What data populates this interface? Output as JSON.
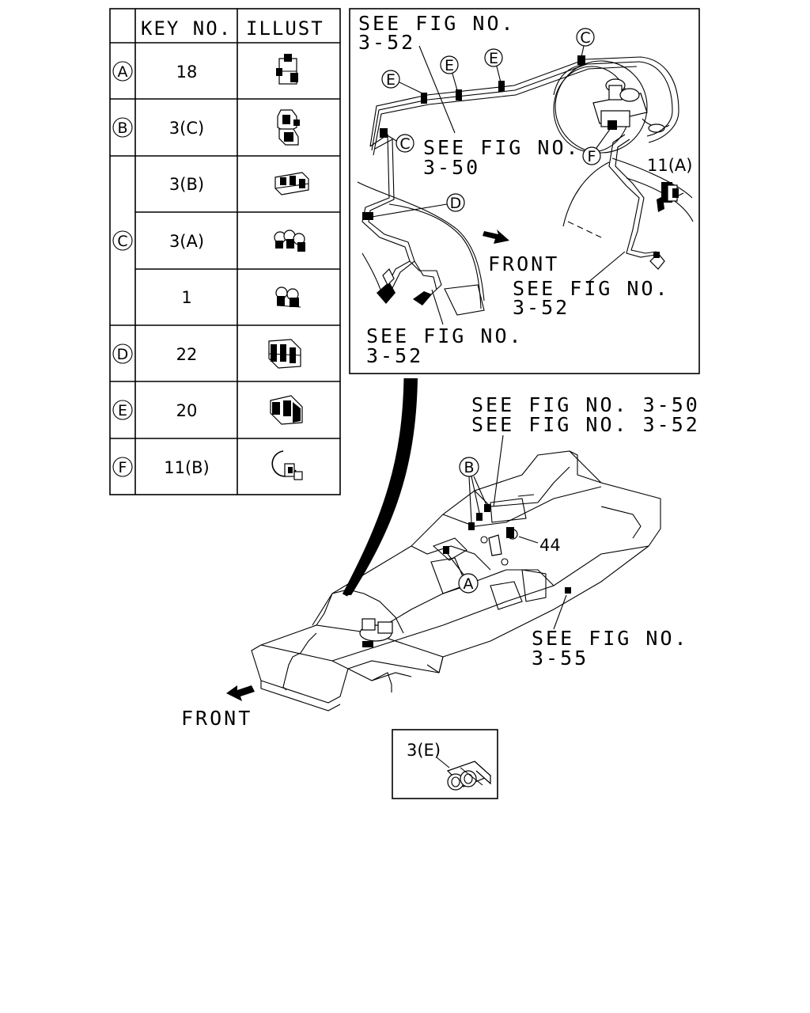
{
  "table": {
    "header_key": "KEY NO.",
    "header_illust": "ILLUST",
    "rows": [
      {
        "letter": "A",
        "key": "18",
        "icon": "clip-a-icon"
      },
      {
        "letter": "B",
        "key": "3(C)",
        "icon": "clip-b-icon"
      },
      {
        "letter": "C",
        "key": "3(B)",
        "icon": "clip-c1-icon"
      },
      {
        "letter": "",
        "key": "3(A)",
        "icon": "clip-c2-icon"
      },
      {
        "letter": "",
        "key": "1",
        "icon": "clip-c3-icon"
      },
      {
        "letter": "D",
        "key": "22",
        "icon": "clip-d-icon"
      },
      {
        "letter": "E",
        "key": "20",
        "icon": "clip-e-icon"
      },
      {
        "letter": "F",
        "key": "11(B)",
        "icon": "clip-f-icon"
      }
    ]
  },
  "inset": {
    "see_top_1": "SEE FIG NO.",
    "see_top_2": "3-52",
    "see_mid_1": "SEE FIG NO.",
    "see_mid_2": "3-50",
    "part_11a": "11(A)",
    "front": "FRONT",
    "see_right_1": "SEE FIG NO.",
    "see_right_2": "3-52",
    "see_bottom_1": "SEE FIG NO.",
    "see_bottom_2": "3-52",
    "callouts": [
      "E",
      "E",
      "E",
      "C",
      "C",
      "D",
      "F"
    ]
  },
  "main": {
    "see_350": "SEE FIG NO. 3-50",
    "see_352": "SEE FIG NO. 3-52",
    "callout_b": "B",
    "callout_a": "A",
    "part_44": "44",
    "see_355_1": "SEE FIG NO.",
    "see_355_2": "3-55",
    "front": "FRONT"
  },
  "detail_box": {
    "label": "3(E)"
  }
}
